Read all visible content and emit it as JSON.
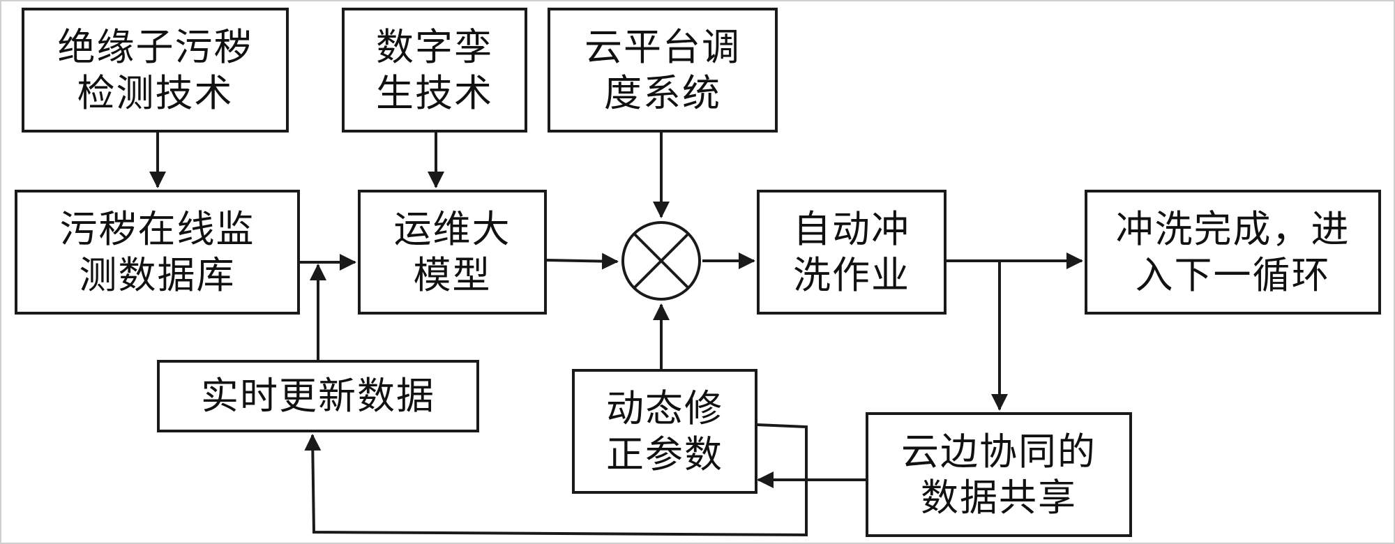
{
  "diagram": {
    "nodes": {
      "insulator_detection": {
        "text": "绝缘子污秽\n检测技术"
      },
      "digital_twin": {
        "text": "数字孪\n生技术"
      },
      "cloud_scheduling": {
        "text": "云平台调\n度系统"
      },
      "pollution_database": {
        "text": "污秽在线监\n测数据库"
      },
      "om_large_model": {
        "text": "运维大\n模型"
      },
      "auto_washing": {
        "text": "自动冲\n洗作业"
      },
      "washing_complete": {
        "text": "冲洗完成，进\n入下一循环"
      },
      "realtime_update": {
        "text": "实时更新数据"
      },
      "dynamic_correction": {
        "text": "动态修\n正参数"
      },
      "cloud_edge_sharing": {
        "text": "云边协同的\n数据共享"
      }
    },
    "junction": {
      "symbol": "multiplication-junction"
    },
    "colors": {
      "line": "#1a1a1a",
      "fill": "#ffffff",
      "frame": "#cfcfcf"
    }
  }
}
